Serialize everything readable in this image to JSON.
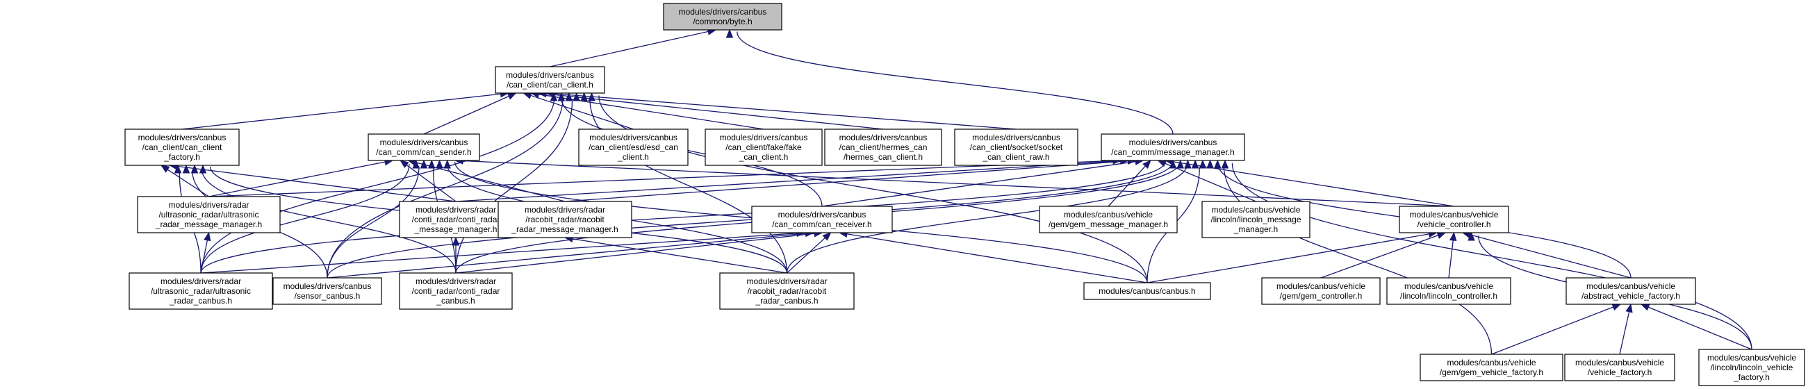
{
  "graph": {
    "edge_color": "#191970",
    "highlight_fill": "#bfbfbf",
    "nodes": [
      {
        "id": "byte",
        "lines": [
          "modules/drivers/canbus",
          "/common/byte.h"
        ],
        "highlight": true
      },
      {
        "id": "can_client",
        "lines": [
          "modules/drivers/canbus",
          "/can_client/can_client.h"
        ]
      },
      {
        "id": "can_client_factory",
        "lines": [
          "modules/drivers/canbus",
          "/can_client/can_client",
          "_factory.h"
        ]
      },
      {
        "id": "can_sender",
        "lines": [
          "modules/drivers/canbus",
          "/can_comm/can_sender.h"
        ]
      },
      {
        "id": "esd_can_client",
        "lines": [
          "modules/drivers/canbus",
          "/can_client/esd/esd_can",
          "_client.h"
        ]
      },
      {
        "id": "fake_can_client",
        "lines": [
          "modules/drivers/canbus",
          "/can_client/fake/fake",
          "_can_client.h"
        ]
      },
      {
        "id": "hermes_can_client",
        "lines": [
          "modules/drivers/canbus",
          "/can_client/hermes_can",
          "/hermes_can_client.h"
        ]
      },
      {
        "id": "socket_can_client_raw",
        "lines": [
          "modules/drivers/canbus",
          "/can_client/socket/socket",
          "_can_client_raw.h"
        ]
      },
      {
        "id": "message_manager",
        "lines": [
          "modules/drivers/canbus",
          "/can_comm/message_manager.h"
        ]
      },
      {
        "id": "ultrasonic_radar_message_manager",
        "lines": [
          "modules/drivers/radar",
          "/ultrasonic_radar/ultrasonic",
          "_radar_message_manager.h"
        ]
      },
      {
        "id": "conti_radar_message_manager",
        "lines": [
          "modules/drivers/radar",
          "/conti_radar/conti_radar",
          "_message_manager.h"
        ]
      },
      {
        "id": "racobit_radar_message_manager",
        "lines": [
          "modules/drivers/radar",
          "/racobit_radar/racobit",
          "_radar_message_manager.h"
        ]
      },
      {
        "id": "can_receiver",
        "lines": [
          "modules/drivers/canbus",
          "/can_comm/can_receiver.h"
        ]
      },
      {
        "id": "gem_message_manager",
        "lines": [
          "modules/canbus/vehicle",
          "/gem/gem_message_manager.h"
        ]
      },
      {
        "id": "lincoln_message_manager",
        "lines": [
          "modules/canbus/vehicle",
          "/lincoln/lincoln_message",
          "_manager.h"
        ]
      },
      {
        "id": "vehicle_controller",
        "lines": [
          "modules/canbus/vehicle",
          "/vehicle_controller.h"
        ]
      },
      {
        "id": "ultrasonic_radar_canbus",
        "lines": [
          "modules/drivers/radar",
          "/ultrasonic_radar/ultrasonic",
          "_radar_canbus.h"
        ]
      },
      {
        "id": "sensor_canbus",
        "lines": [
          "modules/drivers/canbus",
          "/sensor_canbus.h"
        ]
      },
      {
        "id": "conti_radar_canbus",
        "lines": [
          "modules/drivers/radar",
          "/conti_radar/conti_radar",
          "_canbus.h"
        ]
      },
      {
        "id": "racobit_radar_canbus",
        "lines": [
          "modules/drivers/radar",
          "/racobit_radar/racobit",
          "_radar_canbus.h"
        ]
      },
      {
        "id": "canbus",
        "lines": [
          "modules/canbus/canbus.h"
        ]
      },
      {
        "id": "gem_controller",
        "lines": [
          "modules/canbus/vehicle",
          "/gem/gem_controller.h"
        ]
      },
      {
        "id": "lincoln_controller",
        "lines": [
          "modules/canbus/vehicle",
          "/lincoln/lincoln_controller.h"
        ]
      },
      {
        "id": "abstract_vehicle_factory",
        "lines": [
          "modules/canbus/vehicle",
          "/abstract_vehicle_factory.h"
        ]
      },
      {
        "id": "gem_vehicle_factory",
        "lines": [
          "modules/canbus/vehicle",
          "/gem/gem_vehicle_factory.h"
        ]
      },
      {
        "id": "vehicle_factory",
        "lines": [
          "modules/canbus/vehicle",
          "/vehicle_factory.h"
        ]
      },
      {
        "id": "lincoln_vehicle_factory",
        "lines": [
          "modules/canbus/vehicle",
          "/lincoln/lincoln_vehicle",
          "_factory.h"
        ]
      }
    ],
    "edges": [
      {
        "from": "can_client",
        "to": "byte"
      },
      {
        "from": "message_manager",
        "to": "byte"
      },
      {
        "from": "can_client_factory",
        "to": "can_client"
      },
      {
        "from": "can_sender",
        "to": "can_client"
      },
      {
        "from": "esd_can_client",
        "to": "can_client"
      },
      {
        "from": "fake_can_client",
        "to": "can_client"
      },
      {
        "from": "hermes_can_client",
        "to": "can_client"
      },
      {
        "from": "socket_can_client_raw",
        "to": "can_client"
      },
      {
        "from": "can_receiver",
        "to": "can_client"
      },
      {
        "from": "ultrasonic_radar_canbus",
        "to": "can_client"
      },
      {
        "from": "sensor_canbus",
        "to": "can_client"
      },
      {
        "from": "conti_radar_canbus",
        "to": "can_client"
      },
      {
        "from": "racobit_radar_canbus",
        "to": "can_client"
      },
      {
        "from": "canbus",
        "to": "can_client"
      },
      {
        "from": "ultrasonic_radar_message_manager",
        "to": "can_client_factory"
      },
      {
        "from": "conti_radar_message_manager",
        "to": "can_client_factory"
      },
      {
        "from": "ultrasonic_radar_canbus",
        "to": "can_client_factory"
      },
      {
        "from": "sensor_canbus",
        "to": "can_client_factory"
      },
      {
        "from": "conti_radar_canbus",
        "to": "can_client_factory"
      },
      {
        "from": "racobit_radar_canbus",
        "to": "can_client_factory"
      },
      {
        "from": "ultrasonic_radar_message_manager",
        "to": "can_sender"
      },
      {
        "from": "conti_radar_message_manager",
        "to": "can_sender"
      },
      {
        "from": "racobit_radar_message_manager",
        "to": "can_sender"
      },
      {
        "from": "ultrasonic_radar_canbus",
        "to": "can_sender"
      },
      {
        "from": "sensor_canbus",
        "to": "can_sender"
      },
      {
        "from": "conti_radar_canbus",
        "to": "can_sender"
      },
      {
        "from": "racobit_radar_canbus",
        "to": "can_sender"
      },
      {
        "from": "canbus",
        "to": "can_sender"
      },
      {
        "from": "vehicle_controller",
        "to": "can_sender"
      },
      {
        "from": "ultrasonic_radar_message_manager",
        "to": "message_manager"
      },
      {
        "from": "conti_radar_message_manager",
        "to": "message_manager"
      },
      {
        "from": "racobit_radar_message_manager",
        "to": "message_manager"
      },
      {
        "from": "can_receiver",
        "to": "message_manager"
      },
      {
        "from": "gem_message_manager",
        "to": "message_manager"
      },
      {
        "from": "lincoln_message_manager",
        "to": "message_manager"
      },
      {
        "from": "vehicle_controller",
        "to": "message_manager"
      },
      {
        "from": "ultrasonic_radar_canbus",
        "to": "message_manager"
      },
      {
        "from": "sensor_canbus",
        "to": "message_manager"
      },
      {
        "from": "conti_radar_canbus",
        "to": "message_manager"
      },
      {
        "from": "racobit_radar_canbus",
        "to": "message_manager"
      },
      {
        "from": "canbus",
        "to": "message_manager"
      },
      {
        "from": "abstract_vehicle_factory",
        "to": "message_manager"
      },
      {
        "from": "gem_vehicle_factory",
        "to": "message_manager"
      },
      {
        "from": "lincoln_vehicle_factory",
        "to": "message_manager"
      },
      {
        "from": "ultrasonic_radar_canbus",
        "to": "ultrasonic_radar_message_manager"
      },
      {
        "from": "conti_radar_canbus",
        "to": "conti_radar_message_manager"
      },
      {
        "from": "racobit_radar_canbus",
        "to": "racobit_radar_message_manager"
      },
      {
        "from": "ultrasonic_radar_canbus",
        "to": "can_receiver"
      },
      {
        "from": "sensor_canbus",
        "to": "can_receiver"
      },
      {
        "from": "conti_radar_canbus",
        "to": "can_receiver"
      },
      {
        "from": "racobit_radar_canbus",
        "to": "can_receiver"
      },
      {
        "from": "canbus",
        "to": "can_receiver"
      },
      {
        "from": "canbus",
        "to": "vehicle_controller"
      },
      {
        "from": "gem_controller",
        "to": "vehicle_controller"
      },
      {
        "from": "lincoln_controller",
        "to": "vehicle_controller"
      },
      {
        "from": "abstract_vehicle_factory",
        "to": "vehicle_controller"
      },
      {
        "from": "lincoln_vehicle_factory",
        "to": "vehicle_controller"
      },
      {
        "from": "gem_vehicle_factory",
        "to": "abstract_vehicle_factory"
      },
      {
        "from": "vehicle_factory",
        "to": "abstract_vehicle_factory"
      },
      {
        "from": "lincoln_vehicle_factory",
        "to": "abstract_vehicle_factory"
      }
    ]
  }
}
